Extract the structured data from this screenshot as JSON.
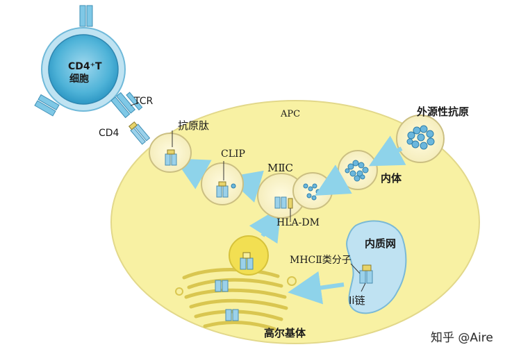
{
  "labels": {
    "t_cell": "CD4⁺T",
    "t_cell_sub": "细胞",
    "tcr": "TCR",
    "cd4": "CD4",
    "apc": "APC",
    "exogenous_antigen": "外源性抗原",
    "antigen_peptide": "抗原肽",
    "clip": "CLIP",
    "miic": "MⅡC",
    "endosome": "内体",
    "hla_dm": "HLA-DM",
    "er": "内质网",
    "mhc_ii": "MHCⅡ类分子",
    "ii_chain": "Ⅰi链",
    "golgi": "高尔基体",
    "watermark": "知乎 @Aire"
  },
  "colors": {
    "apc_fill": "#f8f1a3",
    "apc_stroke": "#e2d88a",
    "tcell_fill": "#4fb3d8",
    "tcell_ring": "#bfe3f2",
    "er_fill": "#bfe2f2",
    "arrow": "#8ed3ea",
    "golgi_stroke": "#d9c650",
    "yellow_vesicle": "#f2df52",
    "receptor": "#7fc8e6"
  }
}
